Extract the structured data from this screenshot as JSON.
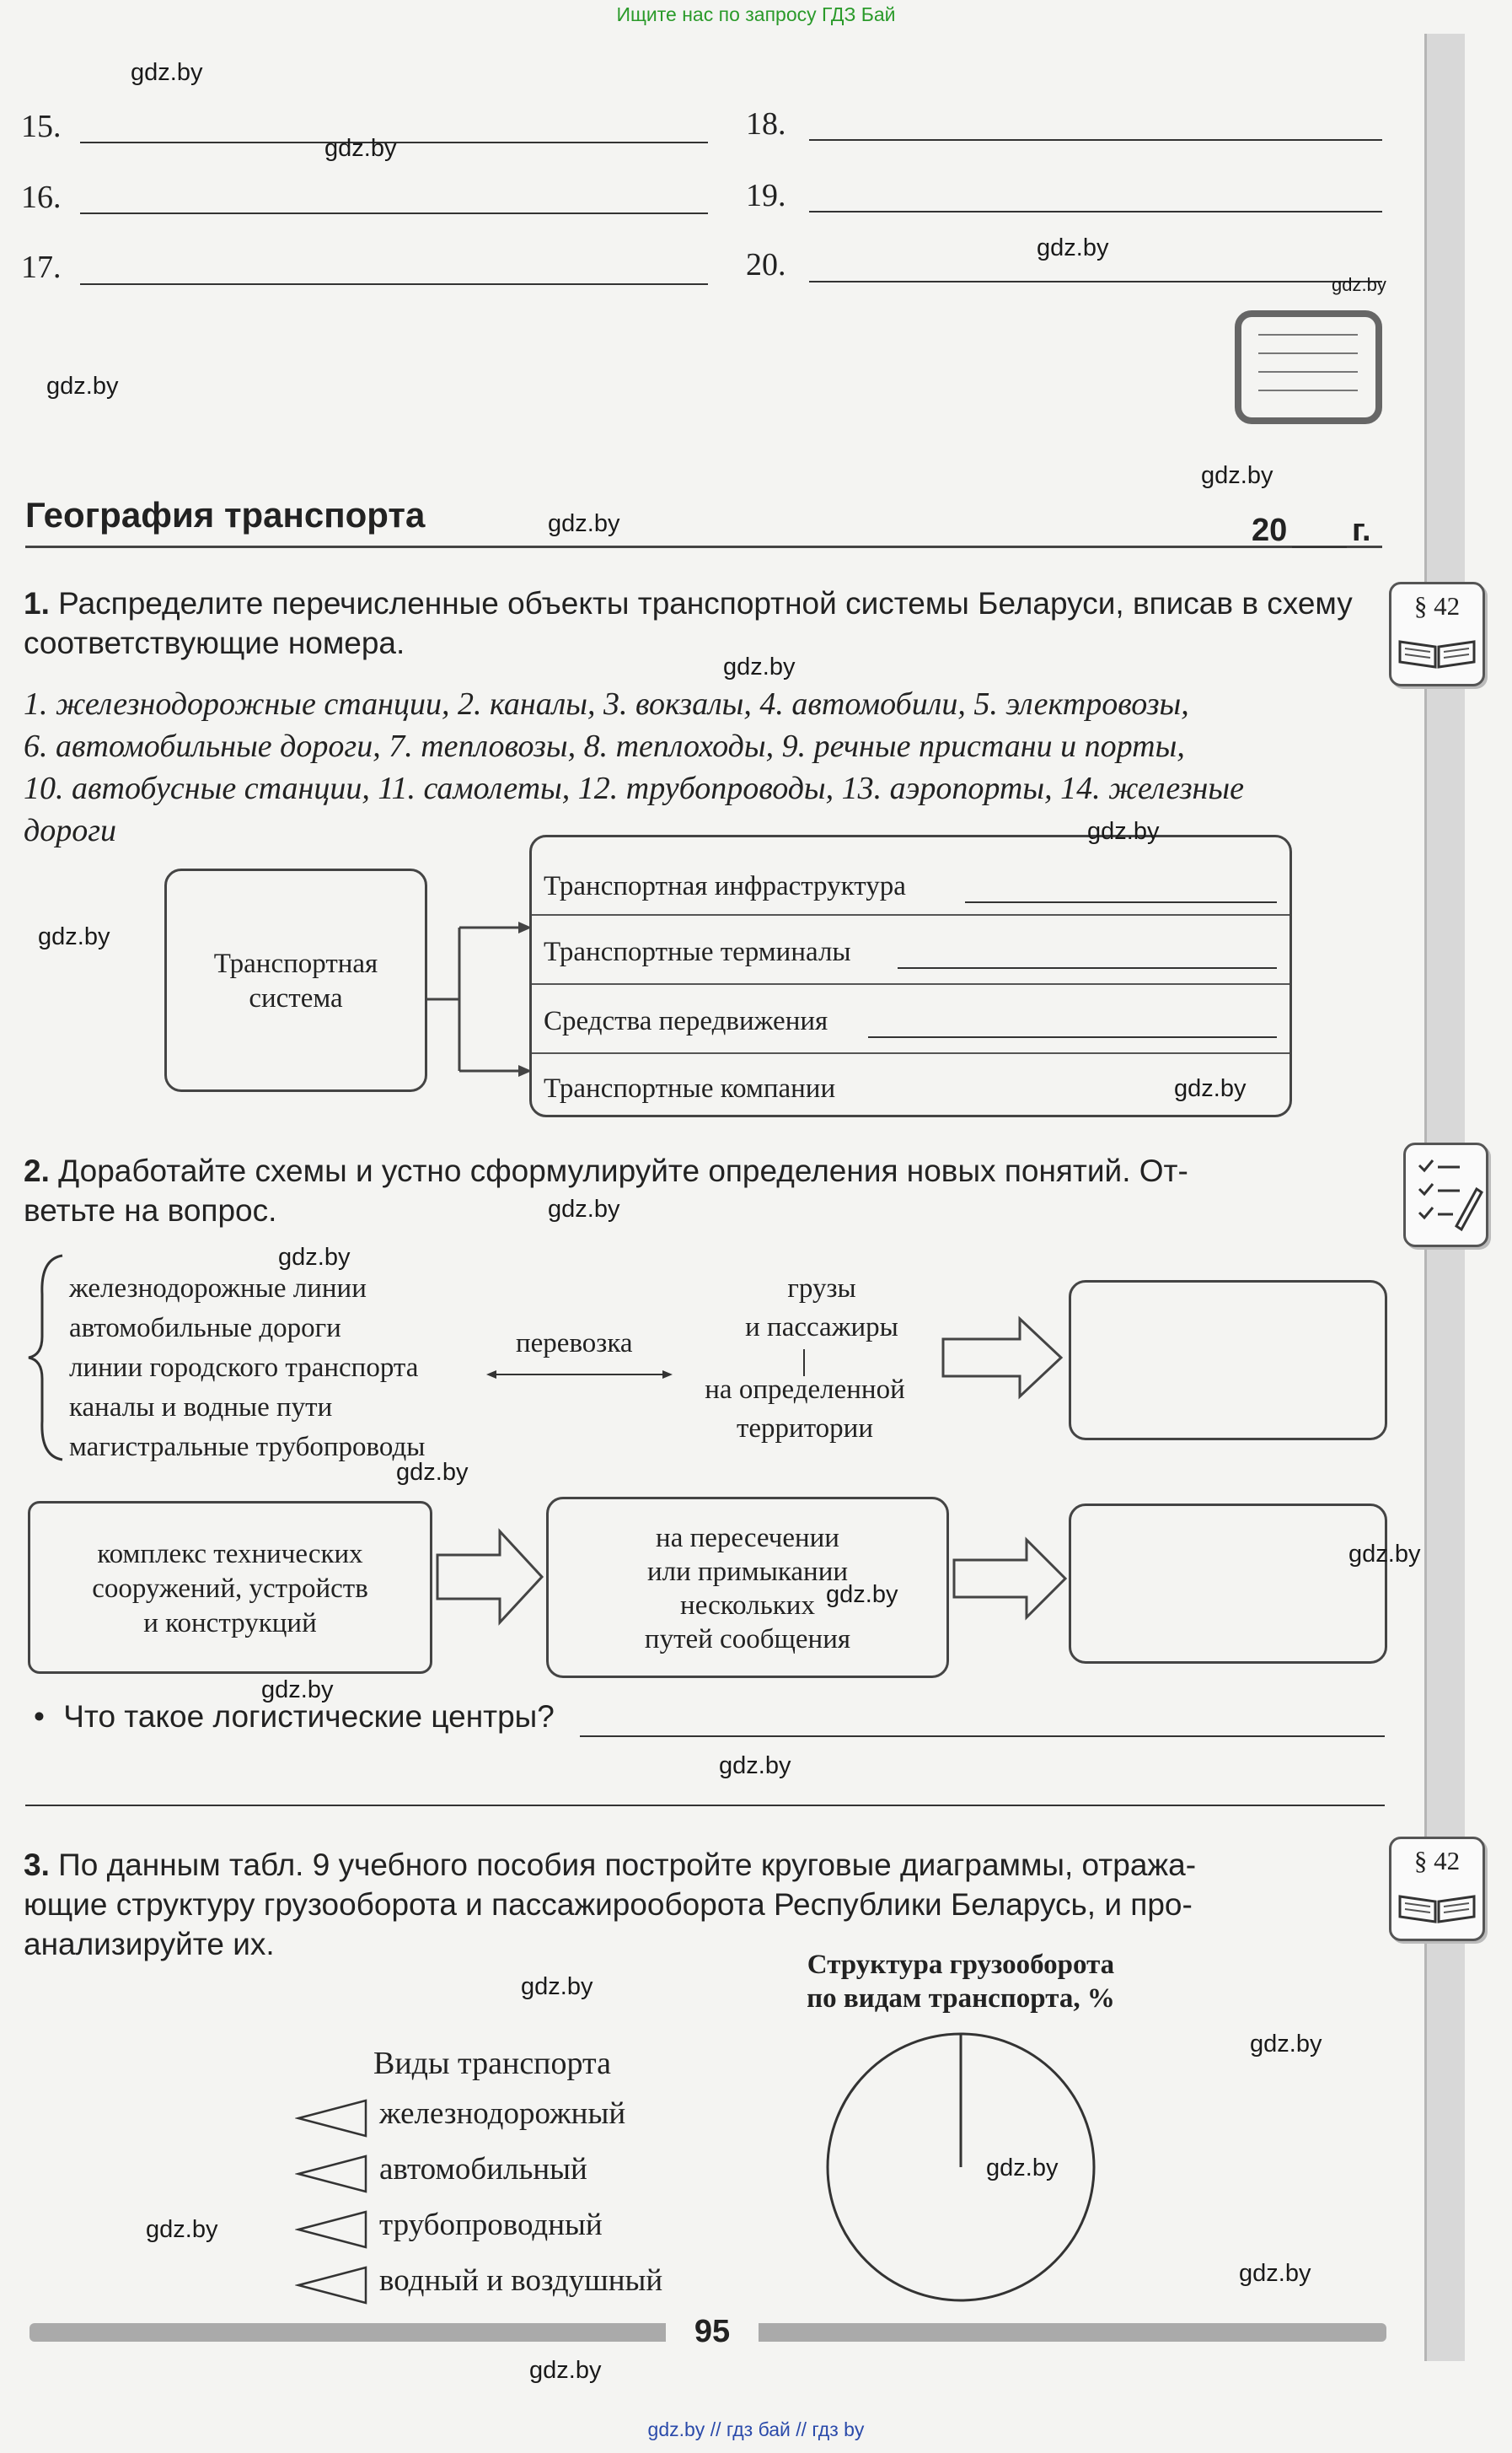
{
  "banner": "Ищите нас по запросу ГДЗ Бай",
  "watermark": "gdz.by",
  "numbered_lines": [
    "15.",
    "16.",
    "17.",
    "18.",
    "19.",
    "20."
  ],
  "section": {
    "title": "География транспорта",
    "year_prefix": "20",
    "year_suffix": "г."
  },
  "task1": {
    "number": "1.",
    "text": "Распределите перечисленные объекты транспортной системы Беларуси, вписав в схему соответствующие номера.",
    "items_lines": [
      "1. железнодорожные станции, 2. каналы, 3. вокзалы, 4. автомобили, 5. электровозы,",
      "6. автомобильные дороги, 7. тепловозы, 8. теплоходы, 9. речные пристани и порты,",
      "10. автобусные станции, 11. самолеты, 12. трубопроводы, 13. аэропорты, 14. железные",
      "дороги"
    ],
    "system_label": "Транспортная система",
    "rows": [
      "Транспортная инфраструктура",
      "Транспортные терминалы",
      "Средства передвижения",
      "Транспортные компании"
    ]
  },
  "badge_paragraph": "§ 42",
  "task2": {
    "number": "2.",
    "text_line1": "Доработайте схемы и устно сформулируйте определения новых понятий. От-",
    "text_line2": "ветьте на вопрос.",
    "list": [
      "железнодорожные линии",
      "автомобильные дороги",
      "линии городского транспорта",
      "каналы и водные пути",
      "магистральные трубопроводы"
    ],
    "transport_label": "перевозка",
    "cargo_label_1": "грузы",
    "cargo_label_2": "и пассажиры",
    "territory_1": "на определенной",
    "territory_2": "территории",
    "complex_1": "комплекс технических",
    "complex_2": "сооружений, устройств",
    "complex_3": "и конструкций",
    "crossing_1": "на пересечении",
    "crossing_2": "или примыкании",
    "crossing_3": "нескольких",
    "crossing_4": "путей сообщения",
    "question_bullet": "•",
    "question": "Что такое логистические центры?"
  },
  "task3": {
    "number": "3.",
    "text_line1": "По данным табл. 9 учебного пособия постройте круговые диаграммы, отража-",
    "text_line2": "ющие структуру грузооборота и пассажирооборота Республики Беларусь, и про-",
    "text_line3": "анализируйте их.",
    "legend_title": "Виды транспорта",
    "legend": [
      "железнодорожный",
      "автомобильный",
      "трубопроводный",
      "водный и воздушный"
    ],
    "chart_title_1": "Структура грузооборота",
    "chart_title_2": "по видам транспорта, %"
  },
  "page_number": "95",
  "bottom_links": "gdz.by  //  гдз бай  //  гдз by"
}
